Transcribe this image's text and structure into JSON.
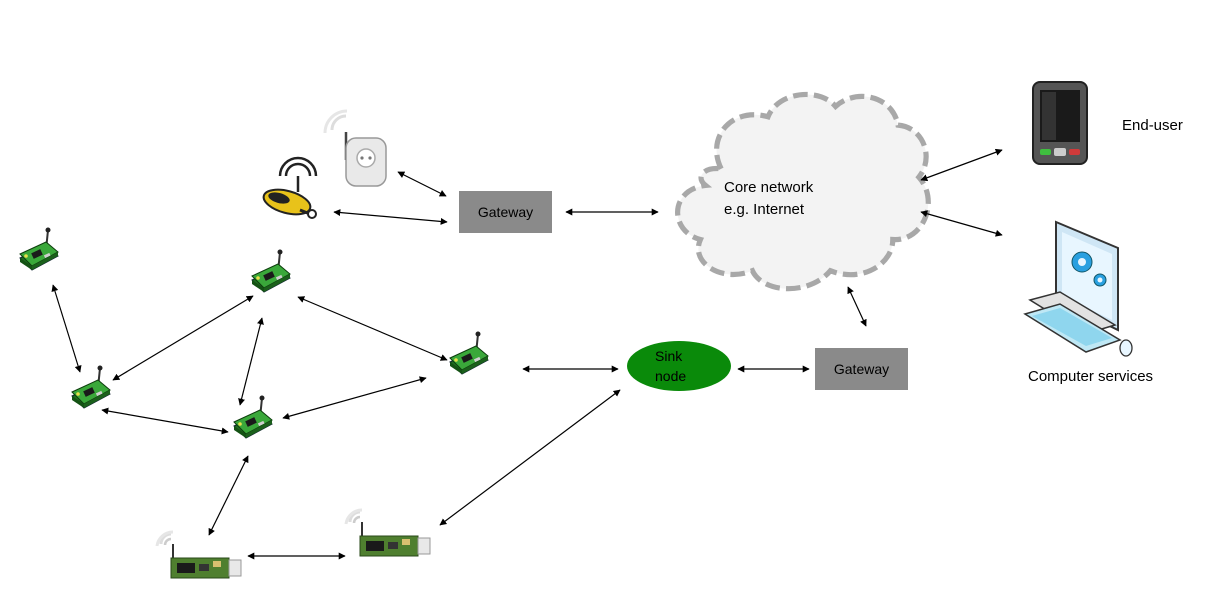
{
  "labels": {
    "gateway_top": "Gateway",
    "gateway_bottom": "Gateway",
    "cloud_line1": "Core network",
    "cloud_line2": "e.g. Internet",
    "sink_line1": "Sink",
    "sink_line2": "node",
    "end_user": "End-user",
    "computer_services": "Computer services"
  },
  "colors": {
    "gateway_fill": "#8a8a8a",
    "sink_fill": "#0a8a0a",
    "sensor_board": "#2f9b2f",
    "cloud_fill": "#f3f3f3",
    "cloud_border": "#a8a8a8"
  },
  "icons": [
    "sensor-node-icon",
    "usb-sensor-icon",
    "smart-plug-icon",
    "webcam-icon",
    "pda-icon",
    "computer-icon"
  ]
}
